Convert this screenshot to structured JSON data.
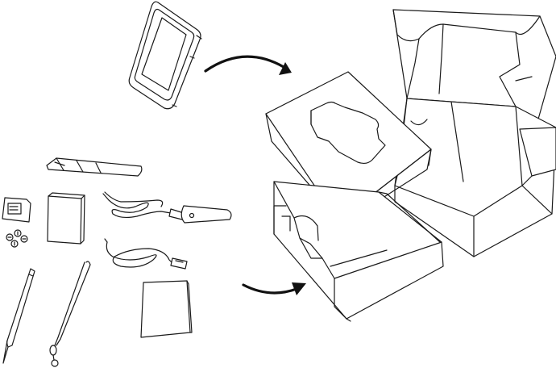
{
  "diagram": {
    "type": "packing-illustration",
    "colors": {
      "line": "#1a1a1a",
      "background": "#ffffff"
    },
    "items": [
      "tablet-device",
      "screen-protector-strip",
      "sd-card-adapter",
      "battery",
      "screws",
      "power-adapter",
      "usb-cable",
      "stylus-pen",
      "lanyard-strap",
      "user-manual",
      "open-shipping-box",
      "foam-tray-insert",
      "cardboard-insert"
    ]
  }
}
